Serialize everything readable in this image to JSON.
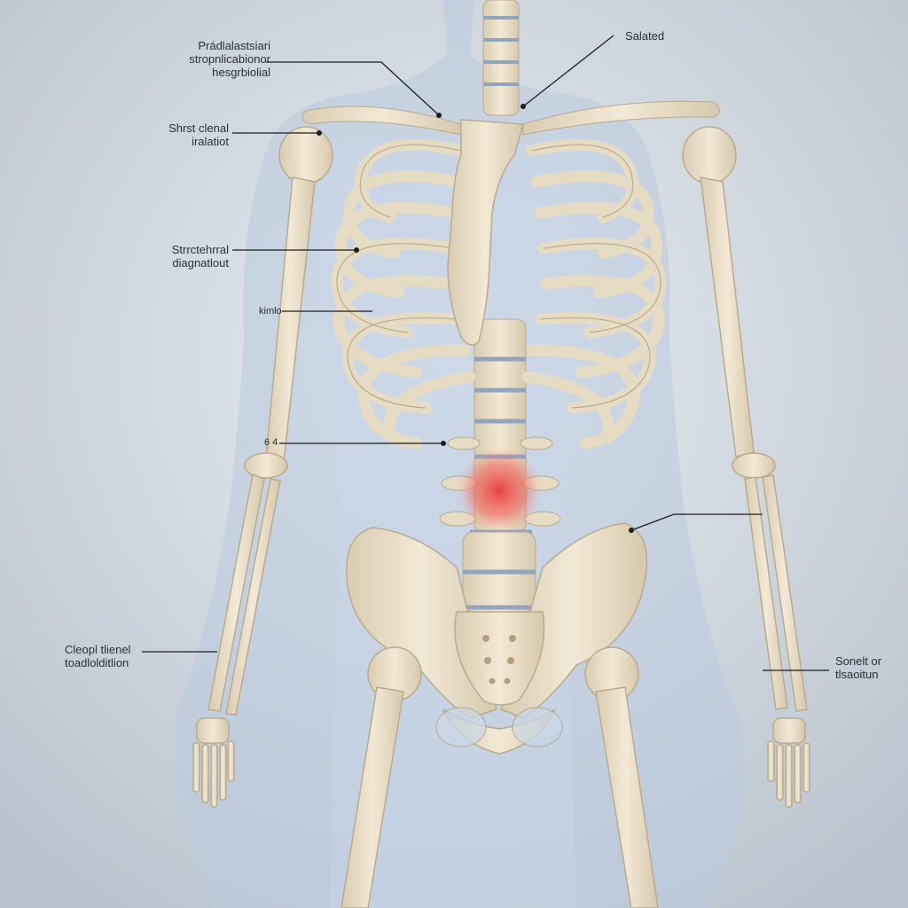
{
  "labels": {
    "top_left": {
      "lines": [
        "Prádlalastsiari",
        "stropnlicabionor",
        "hesgrbiolial"
      ]
    },
    "top_right": {
      "text": "Salated"
    },
    "shoulder": {
      "lines": [
        "Shrst clenal",
        "iralatiot"
      ]
    },
    "ribcage": {
      "lines": [
        "Strrctehrral",
        "diagnatlout"
      ]
    },
    "mid_small": {
      "text": "kimlo"
    },
    "lower_small": {
      "text": "6 4"
    },
    "bottom_left": {
      "lines": [
        "Cleopl tlienel",
        "toadlolditlion"
      ]
    },
    "bottom_right": {
      "lines": [
        "Sonelt or",
        "tlsaoitun"
      ]
    }
  },
  "highlight": {
    "region": "lumbar-disc",
    "color": "#e8383a"
  },
  "colors": {
    "background": "#c9d0d8",
    "body": "#b9cade",
    "bone": "#ece1cb",
    "bone_edge": "#b9ab8e",
    "disc": "#93a4bd",
    "leader": "#1c1c1c"
  }
}
